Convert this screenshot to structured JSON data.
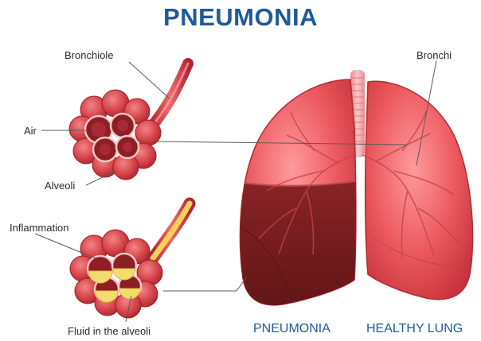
{
  "title": "PNEUMONIA",
  "labels": {
    "bronchiole": "Bronchiole",
    "air": "Air",
    "alveoli": "Alveoli",
    "bronchi": "Bronchi",
    "inflammation": "Inflammation",
    "fluid": "Fluid in the alveoli"
  },
  "captions": {
    "pneumonia": "PNEUMONIA",
    "healthy": "HEALTHY LUNG"
  },
  "colors": {
    "title": "#1e5a96",
    "lung": "#e8555a",
    "lung_dark": "#c8303a",
    "infected": "#7a1e20",
    "fluid": "#f3dc6e"
  }
}
